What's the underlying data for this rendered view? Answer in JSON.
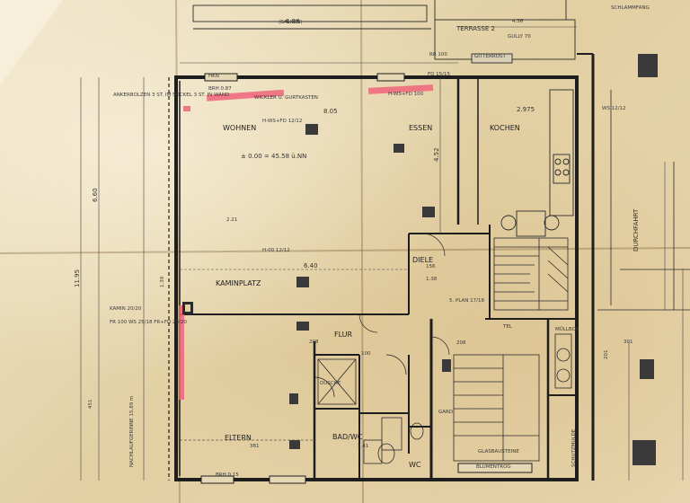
{
  "rooms": {
    "wohnen": "WOHNEN",
    "essen": "ESSEN",
    "kochen": "KOCHEN",
    "kaminplatz": "KAMINPLATZ",
    "flur": "FLUR",
    "diele": "DIELE",
    "eltern": "ELTERN",
    "dusche": "DUSCHE",
    "bad_wc": "BAD/WC",
    "wc": "WC",
    "garderobe": "GARD.",
    "muellbox": "MÜLLBOX"
  },
  "labels": {
    "terrasse": "TERRASSE 2",
    "balkon": "(BALKON)",
    "gully": "GULLY 70",
    "gitterrost": "GITTERROST",
    "schlammfang": "SCHLAMMFANG",
    "niveau": "± 0.00 = 45.58 ü.NN",
    "durchfahrt": "DURCHFAHRT",
    "anker_bolzen": "ANKERBOLZEN\n3 ST. IM SOCKEL\n3 ST. IN WAND",
    "wickler": "WICKLER U. GURTKASTEN",
    "kamin": "KAMIN 20/20",
    "glasbausteine": "GLASBAUSTEINE",
    "blumentrog": "BLUMENTROG",
    "nachlaufgerinne": "NACHLAUFGERINNE 15,89 m",
    "dielle_plan": "5. PLAN 17/18",
    "schutzmulde": "SCHUTZMULDE"
  },
  "dimensions": {
    "d_688": "6.88",
    "d_805": "8.05",
    "d_2975": "2.975",
    "d_452": "4.52",
    "d_660": "6.60",
    "d_1195": "11.95",
    "d_640": "6.40",
    "d_221": "2.21",
    "d_208a": "208",
    "d_208b": "208",
    "d_381": "381",
    "d_451": "451",
    "d_436": "4.36",
    "d_241": "2.41",
    "d_156": "156",
    "d_100": "100",
    "d_201": "201",
    "d_301": "301",
    "d_139": "1.39",
    "d_138": "1.38"
  },
  "annotations": {
    "brh087": "BRH 0.87",
    "brh015": "BRH 0.15",
    "hws": "H-WS+FD 12/12",
    "hws2": "H-WS+FD 100",
    "fd1515": "FD 15/15",
    "ws1212": "WS 12/12",
    "h0012": "H-00 12/12",
    "kamin_fd": "FR 100\nWS 25/18\nFR+FD 20/20",
    "tel": "TEL",
    "rr100": "RR 100",
    "hkn": "HKN"
  },
  "colors": {
    "paper": "#e8d9b6",
    "ink": "#2a2a2a",
    "wall": "#1e1e1e",
    "highlight": "#f0647a"
  }
}
